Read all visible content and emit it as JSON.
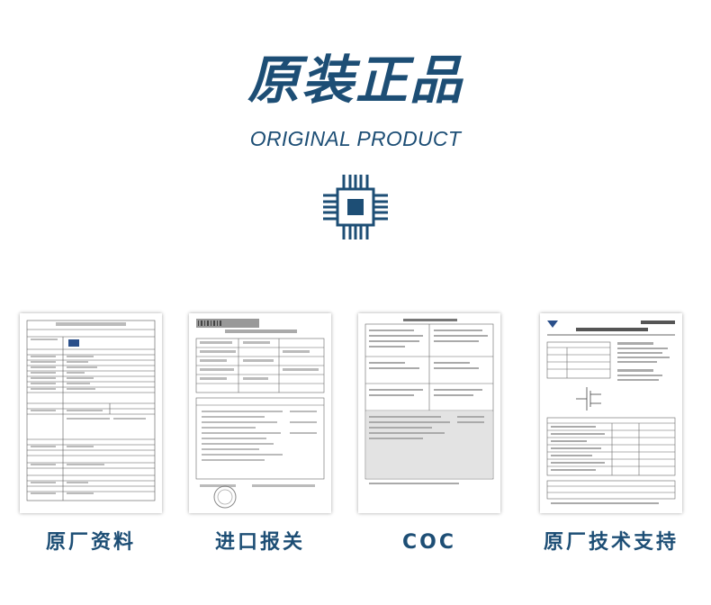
{
  "header": {
    "title": "原装正品",
    "subtitle": "ORIGINAL PRODUCT",
    "icon": "chip-icon",
    "accent_color": "#1d4e75"
  },
  "documents": [
    {
      "label": "原厂资料",
      "icon": "spec-sheet-document"
    },
    {
      "label": "进口报关",
      "icon": "customs-declaration-document"
    },
    {
      "label": "COC",
      "icon": "certificate-of-conformance-document"
    },
    {
      "label": "原厂技术支持",
      "icon": "datasheet-document"
    }
  ]
}
